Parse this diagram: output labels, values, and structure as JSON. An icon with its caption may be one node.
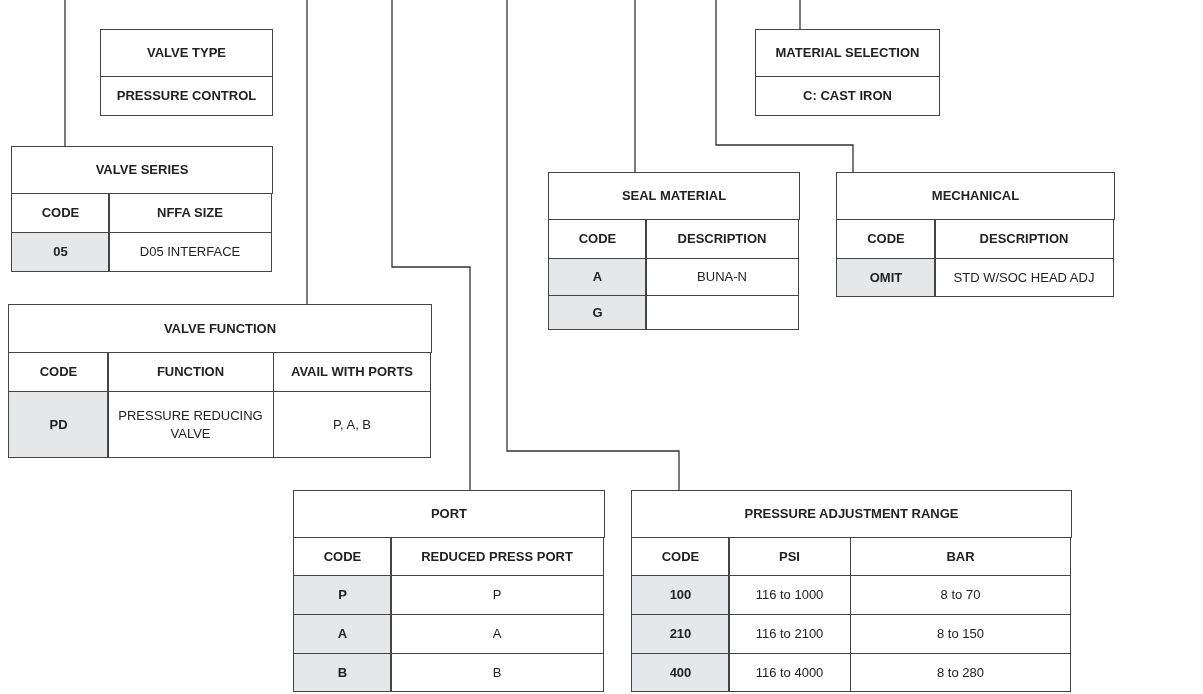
{
  "diagram": {
    "nodes": [
      {
        "text": [
          "VALVE TYPE",
          "PRESSURE CONTROL"
        ]
      },
      {
        "text": [
          "MATERIAL SELECTION",
          "C: CAST IRON"
        ]
      },
      {
        "text": [
          "VALVE SERIES",
          "CODE",
          "NFFA SIZE",
          "05",
          "D05 INTERFACE"
        ]
      },
      {
        "text": [
          "SEAL MATERIAL",
          "CODE",
          "DESCRIPTION",
          "A",
          "BUNA-N",
          "G"
        ]
      },
      {
        "text": [
          "MECHANICAL",
          "CODE",
          "DESCRIPTION",
          "OMIT",
          "STD W/SOC HEAD ADJ"
        ]
      },
      {
        "text": [
          "VALVE FUNCTION",
          "CODE",
          "FUNCTION",
          "AVAIL WITH PORTS",
          "PD",
          "PRESSURE REDUCING VALVE",
          "P, A, B"
        ]
      },
      {
        "text": [
          "PORT",
          "CODE",
          "REDUCED PRESS PORT",
          "P",
          "P",
          "A",
          "A",
          "B",
          "B"
        ]
      },
      {
        "text": [
          "PRESSURE ADJUSTMENT RANGE",
          "CODE",
          "PSI",
          "BAR",
          "100",
          "116 to 1000",
          "8 to 70",
          "210",
          "116 to 2100",
          "8 to 150",
          "400",
          "116 to 4000",
          "8 to 280"
        ]
      }
    ],
    "edges": [
      {
        "from": null,
        "to": 2,
        "arrow": "none"
      },
      {
        "from": null,
        "to": 1,
        "arrow": "none"
      },
      {
        "from": null,
        "to": 3,
        "arrow": "none"
      },
      {
        "from": null,
        "to": 4,
        "arrow": "none"
      },
      {
        "from": null,
        "to": 5,
        "arrow": "none"
      },
      {
        "from": null,
        "to": 6,
        "arrow": "none"
      },
      {
        "from": null,
        "to": 7,
        "arrow": "none"
      }
    ]
  }
}
